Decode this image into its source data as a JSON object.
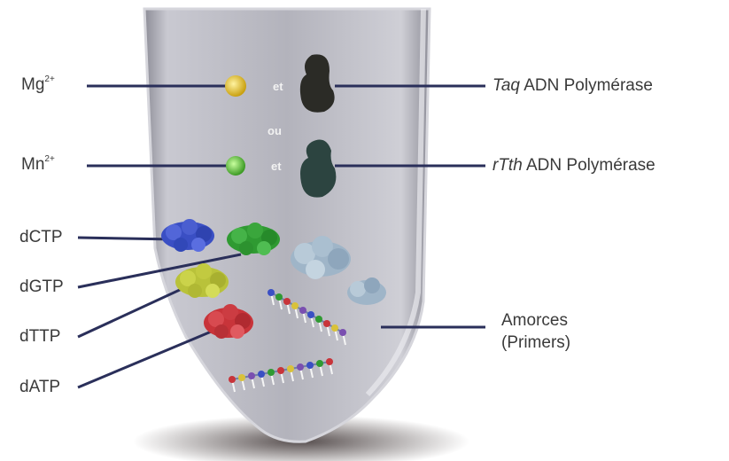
{
  "ions": {
    "mg": {
      "base": "Mg",
      "sup": "2+"
    },
    "mn": {
      "base": "Mn",
      "sup": "2+"
    }
  },
  "enzymes": {
    "taq": {
      "italic": "Taq",
      "rest": " ADN Polymérase"
    },
    "rtth": {
      "italic": "rTth",
      "rest": " ADN Polymérase"
    }
  },
  "nucleotides": [
    "dCTP",
    "dGTP",
    "dTTP",
    "dATP"
  ],
  "primers": {
    "line1": "Amorces",
    "line2": "(Primers)"
  },
  "tube_text": {
    "et_1": "et",
    "ou": "ou",
    "et_2": "et"
  },
  "colors": {
    "mg_ion": "#e8c421",
    "mn_ion": "#5cc43a",
    "taq_enzyme": "#2b2b26",
    "rtth_enzyme": "#2c4440",
    "dCTP": "#3a4fc4",
    "dGTP": "#2f9a32",
    "dTTP": "#b9c23a",
    "dATP": "#c8343a",
    "primer_cloud": "#9fb5c8",
    "tube": "#b7b7c0",
    "leader_line": "#2a2f5a"
  }
}
